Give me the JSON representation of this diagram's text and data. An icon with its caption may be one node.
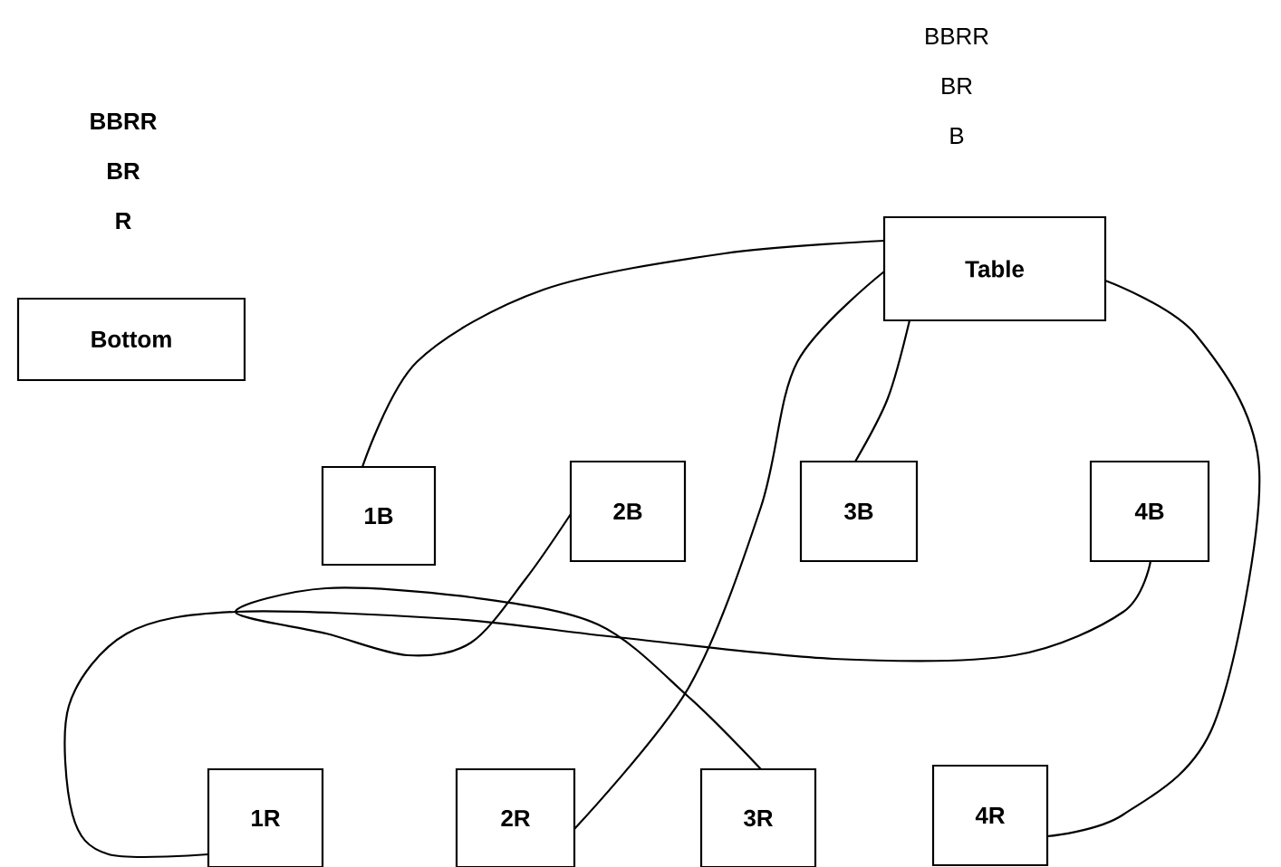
{
  "diagram": {
    "nodes": [
      {
        "text": [
          "Bottom"
        ],
        "beside": [
          "BBRR",
          "BR",
          "R"
        ]
      },
      {
        "text": [
          "Table"
        ],
        "beside": [
          "BBRR",
          "BR",
          "B"
        ]
      },
      {
        "text": [
          "1B"
        ]
      },
      {
        "text": [
          "2B"
        ]
      },
      {
        "text": [
          "3B"
        ]
      },
      {
        "text": [
          "4B"
        ]
      },
      {
        "text": [
          "1R"
        ]
      },
      {
        "text": [
          "2R"
        ]
      },
      {
        "text": [
          "3R"
        ]
      },
      {
        "text": [
          "4R"
        ]
      }
    ],
    "edges": [
      {
        "from": 1,
        "to": 2,
        "arrow": "none"
      },
      {
        "from": 1,
        "to": 7,
        "arrow": "none"
      },
      {
        "from": 1,
        "to": 4,
        "arrow": "none"
      },
      {
        "from": 1,
        "to": 9,
        "arrow": "none"
      },
      {
        "from": 3,
        "to": 8,
        "arrow": "none"
      },
      {
        "from": 5,
        "to": 6,
        "arrow": "none"
      }
    ]
  }
}
